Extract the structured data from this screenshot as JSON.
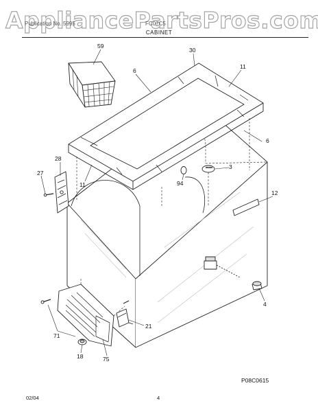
{
  "watermark": "AppliancePartsPros.com",
  "header": {
    "left": "Publication No. 5995",
    "right": "FC07C5"
  },
  "section_title": "CABINET",
  "callouts": {
    "c59": "59",
    "c30": "30",
    "c6a": "6",
    "c11a": "11",
    "c6b": "6",
    "c28": "28",
    "c27": "27",
    "c11b": "11",
    "c94": "94",
    "c3": "3",
    "c12": "12",
    "c4": "4",
    "c21": "21",
    "c71": "71",
    "c18": "18",
    "c75": "75"
  },
  "figure_ref": "P08C0615",
  "footer": {
    "date": "02/04",
    "page": "4"
  }
}
